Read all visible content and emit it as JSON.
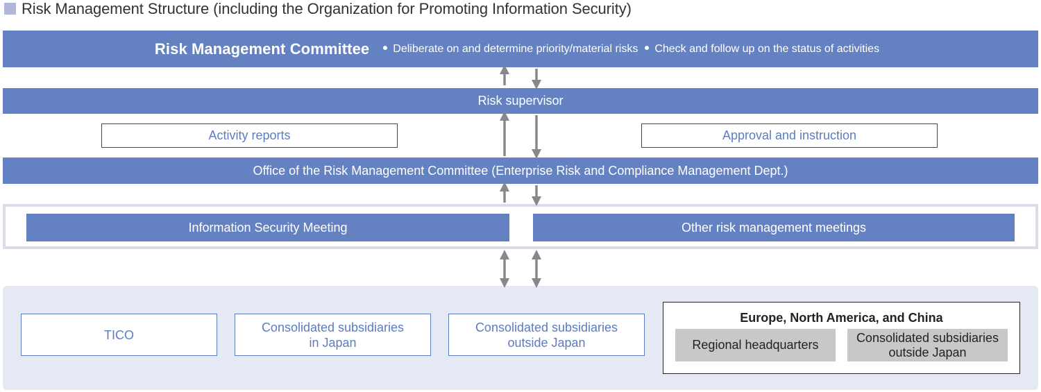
{
  "title": "Risk Management Structure (including the Organization for Promoting Information Security)",
  "committee": {
    "name": "Risk Management Committee",
    "points": [
      "Deliberate on and determine priority/material risks",
      "Check and follow up on the status of activities"
    ]
  },
  "supervisor": "Risk supervisor",
  "activity_reports": "Activity reports",
  "approval_instruction": "Approval and instruction",
  "office": "Office of the Risk Management Committee (Enterprise Risk and Compliance Management Dept.)",
  "meetings": {
    "left": "Information Security Meeting",
    "right": "Other risk management meetings"
  },
  "entities": {
    "tico": "TICO",
    "cs_japan": [
      "Consolidated subsidiaries",
      "in Japan"
    ],
    "cs_outside": [
      "Consolidated subsidiaries",
      "outside Japan"
    ]
  },
  "region": {
    "title": "Europe, North America, and China",
    "hq": "Regional headquarters",
    "cs_outside": [
      "Consolidated subsidiaries",
      "outside Japan"
    ]
  },
  "colors": {
    "band": "#6482c2",
    "accent_text": "#5b7cc0",
    "arrow": "#888888",
    "panel": "#e5e9f3",
    "title_marker": "#b1b7d8"
  }
}
